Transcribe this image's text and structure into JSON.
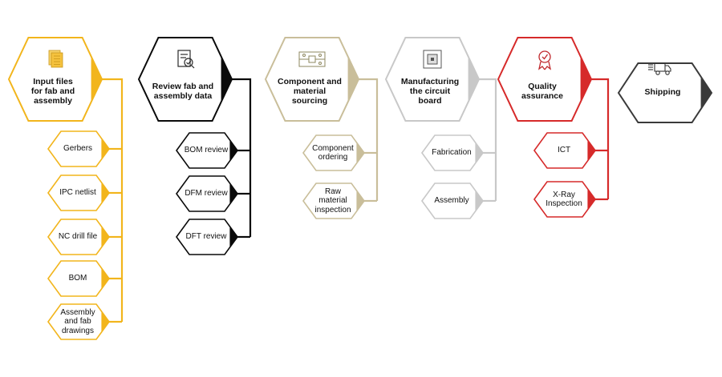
{
  "stages": [
    {
      "label": "Input files\nfor fab and\nassembly",
      "color": "#F2B51C",
      "icon": "document-stack-icon",
      "items": [
        "Gerbers",
        "IPC netlist",
        "NC drill file",
        "BOM",
        "Assembly\nand fab\ndrawings"
      ]
    },
    {
      "label": "Review fab and\nassembly data",
      "color": "#0A0A0A",
      "icon": "document-review-icon",
      "items": [
        "BOM review",
        "DFM review",
        "DFT review"
      ]
    },
    {
      "label": "Component and\nmaterial\nsourcing",
      "color": "#C9BE9A",
      "icon": "circuit-board-icon",
      "items": [
        "Component\nordering",
        "Raw\nmaterial\ninspection"
      ]
    },
    {
      "label": "Manufacturing\nthe circuit\nboard",
      "color": "#C8C8C8",
      "icon": "chip-icon",
      "items": [
        "Fabrication",
        "Assembly"
      ]
    },
    {
      "label": "Quality\nassurance",
      "color": "#D62A2A",
      "icon": "award-ribbon-icon",
      "items": [
        "ICT",
        "X-Ray\nInspection"
      ]
    },
    {
      "label": "Shipping",
      "color": "#3A3A3A",
      "icon": "delivery-truck-icon",
      "items": []
    }
  ]
}
